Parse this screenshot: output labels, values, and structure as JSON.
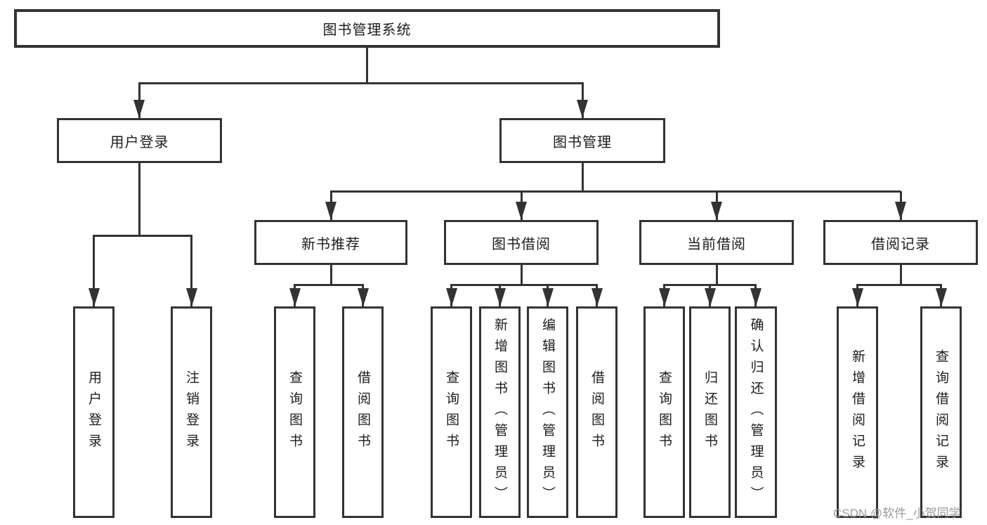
{
  "diagram": {
    "root": {
      "label": "图书管理系统"
    },
    "branches": [
      {
        "label": "用户登录",
        "children": [
          {
            "label": "用户登录"
          },
          {
            "label": "注销登录"
          }
        ]
      },
      {
        "label": "图书管理",
        "children": [
          {
            "label": "新书推荐",
            "children": [
              {
                "label": "查询图书"
              },
              {
                "label": "借阅图书"
              }
            ]
          },
          {
            "label": "图书借阅",
            "children": [
              {
                "label": "查询图书"
              },
              {
                "label": "新增图书（管理员）"
              },
              {
                "label": "编辑图书（管理员）"
              },
              {
                "label": "借阅图书"
              }
            ]
          },
          {
            "label": "当前借阅",
            "children": [
              {
                "label": "查询图书"
              },
              {
                "label": "归还图书"
              },
              {
                "label": "确认归还（管理员）"
              }
            ]
          },
          {
            "label": "借阅记录",
            "children": [
              {
                "label": "新增借阅记录"
              },
              {
                "label": "查询借阅记录"
              }
            ]
          }
        ]
      }
    ]
  },
  "watermark": {
    "text": "CSDN @软件_小贺同学",
    "color": "#9b9b9b"
  },
  "colors": {
    "line": "#333333",
    "box_background": "#ffffff",
    "text": "#1c1c1c"
  }
}
